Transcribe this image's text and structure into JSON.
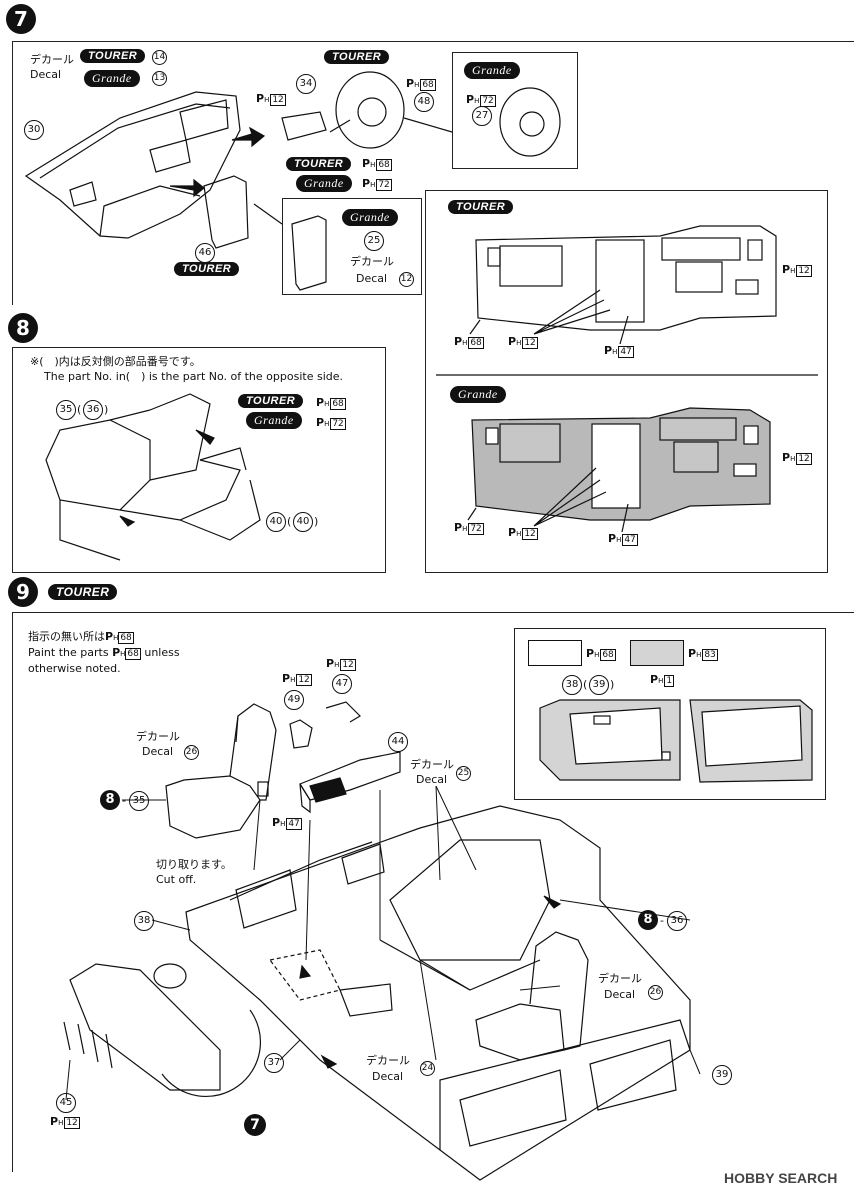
{
  "step7": {
    "number": "7",
    "decal_jp": "デカール",
    "decal_en": "Decal",
    "badge_tourer": "TOURER",
    "badge_grande": "Grande",
    "parts": {
      "tourer_decal": "14",
      "grande_decal": "13",
      "dash": "30",
      "steer_col": "34",
      "wheel": "48",
      "console": "46",
      "decal_12": "12",
      "decal_25": "25",
      "grande_wheel": "27"
    },
    "paint_12": "12",
    "paint_68": "68",
    "paint_72": "72"
  },
  "step7_detail": {
    "tourer_label": "TOURER",
    "grande_label": "Grande",
    "paint_68": "68",
    "paint_12": "12",
    "paint_47": "47",
    "paint_72": "72"
  },
  "step8": {
    "number": "8",
    "note_jp": "※(　)内は反対側の部品番号です。",
    "note_en": "The part No. in(　) is the part No. of the opposite side.",
    "part_a": "35",
    "part_a_alt": "36",
    "part_b": "40",
    "part_b_alt": "40",
    "badge_tourer": "TOURER",
    "badge_grande": "Grande",
    "paint_68": "68",
    "paint_72": "72"
  },
  "step9": {
    "number": "9",
    "badge_tourer": "TOURER",
    "note_jp": "指示の無い所は",
    "note_en1": "Paint the parts",
    "note_en2": "unless",
    "note_en3": "otherwise noted.",
    "note_paint": "68",
    "legend_a": "68",
    "legend_b": "83",
    "legend_c": "1",
    "door_part": "38",
    "door_part_alt": "39",
    "decal_jp": "デカール",
    "decal_en": "Decal",
    "cut_jp": "切り取ります。",
    "cut_en": "Cut off.",
    "ref_8_35": "35",
    "ref_8_36": "36",
    "ref_7": "7",
    "ref_8": "8",
    "parts": {
      "p26": "26",
      "p25": "25",
      "p24": "24",
      "p44": "44",
      "p47": "47",
      "p49": "49",
      "p38": "38",
      "p37": "37",
      "p39": "39",
      "p45": "45",
      "p26b": "26"
    },
    "paint_12": "12",
    "paint_47": "47"
  },
  "watermark": "HOBBY SEARCH",
  "paint_prefix": "P",
  "paint_sub": "H",
  "sep": "-"
}
